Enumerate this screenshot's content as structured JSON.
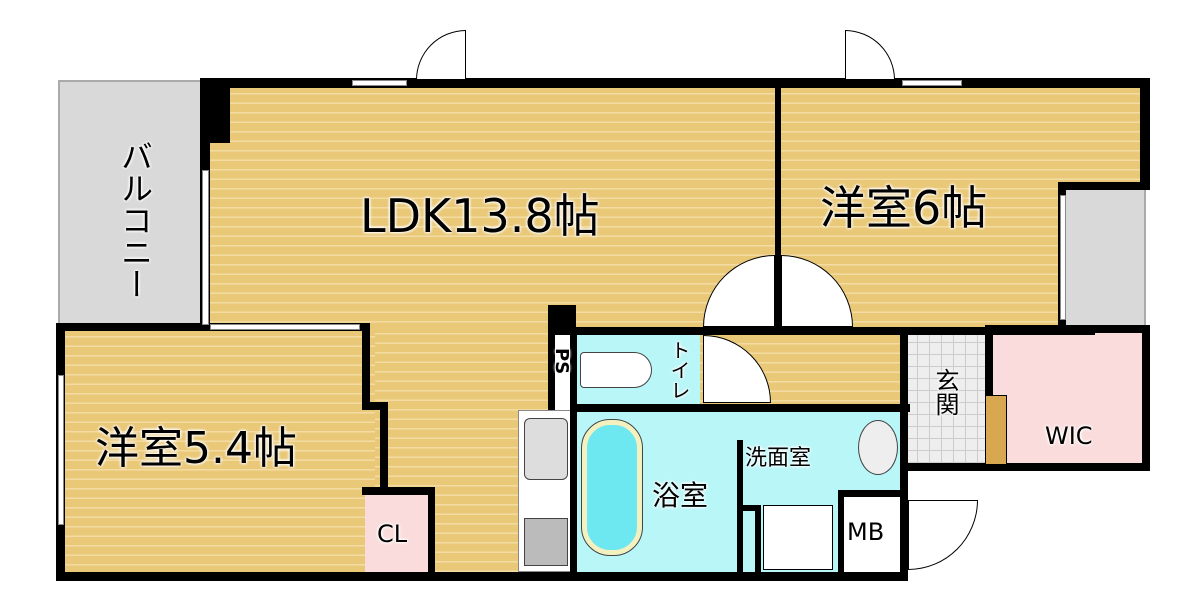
{
  "rooms": {
    "ldk": "LDK13.8帖",
    "western_6": "洋室6帖",
    "western_54": "洋室5.4帖",
    "balcony": "バルコニー",
    "toilet": "トイレ",
    "ps": "PS",
    "bath": "浴室",
    "washroom": "洗面室",
    "entrance": "玄関",
    "wic": "WIC",
    "closet": "CL",
    "meter_box": "MB"
  },
  "colors": {
    "wood": "#e9c878",
    "wet": "#b9f6f8",
    "storage": "#fbdcdc",
    "balcony": "#d9d9d9",
    "wall": "#000000"
  }
}
